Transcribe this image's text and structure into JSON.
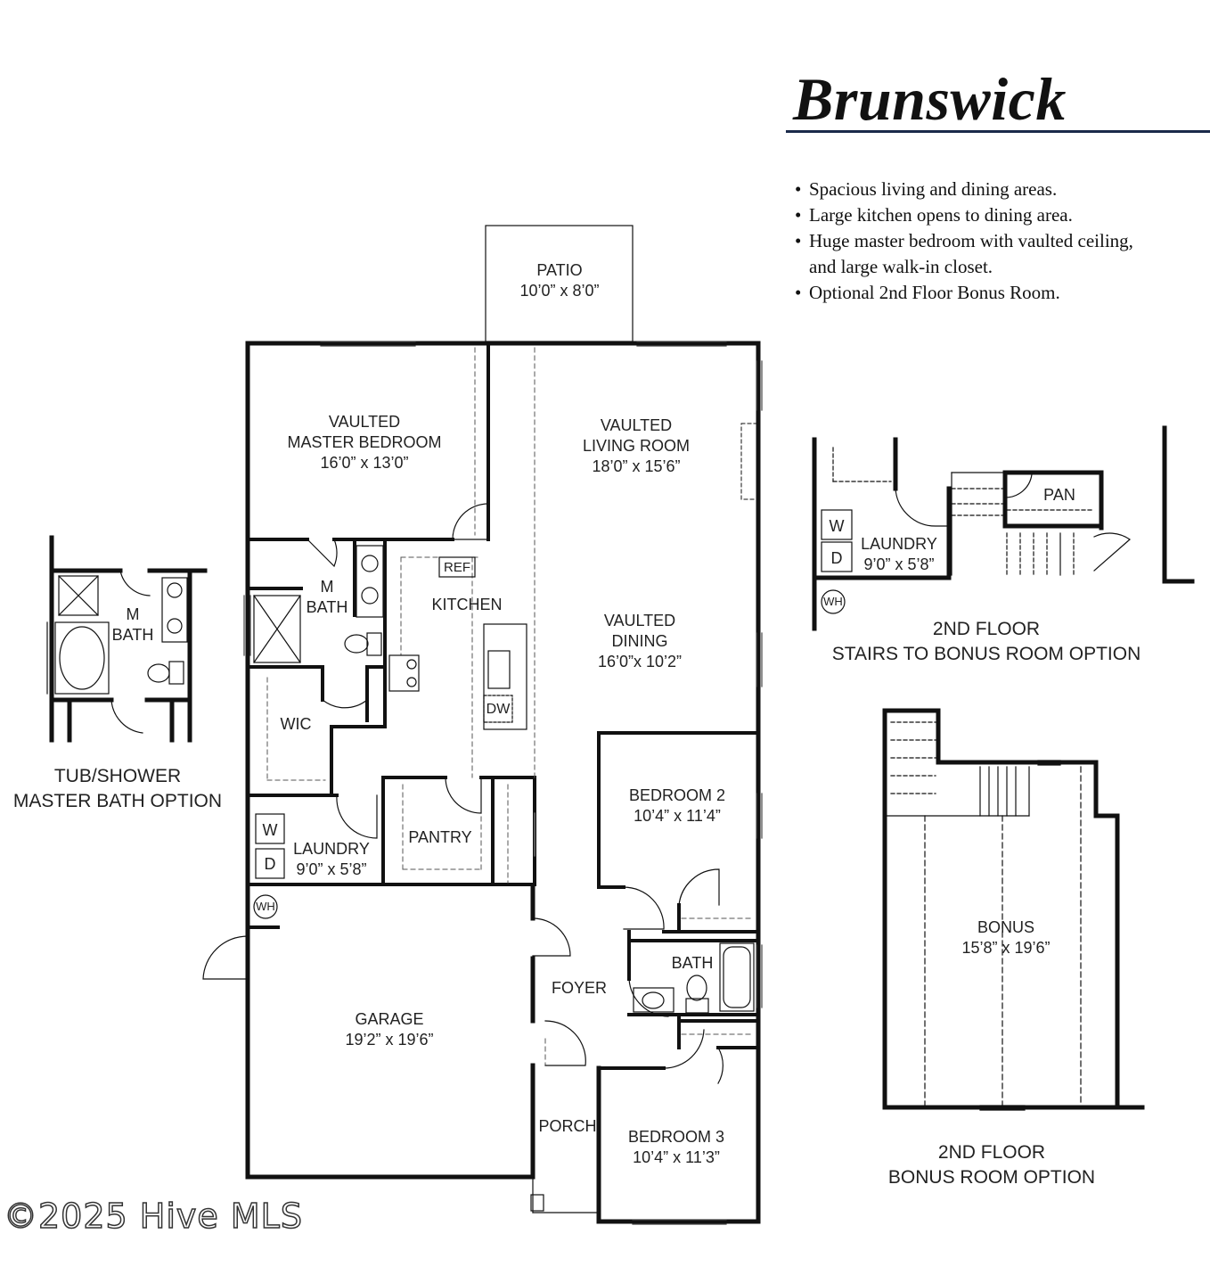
{
  "title": "Brunswick",
  "features": [
    "Spacious living and dining areas.",
    "Large kitchen opens to dining area.",
    "Huge master bedroom with vaulted ceiling,",
    "and large walk-in closet.",
    "Optional 2nd Floor Bonus Room."
  ],
  "rooms": {
    "patio": {
      "name": "PATIO",
      "size": "10’0” x 8’0”"
    },
    "master_bedroom": {
      "line1": "VAULTED",
      "line2": "MASTER BEDROOM",
      "size": "16’0” x 13’0”"
    },
    "living_room": {
      "line1": "VAULTED",
      "line2": "LIVING ROOM",
      "size": "18’0” x 15’6”"
    },
    "master_bath": {
      "line1": "M",
      "line2": "BATH"
    },
    "ref": "REF",
    "kitchen": "KITCHEN",
    "dining": {
      "line1": "VAULTED",
      "line2": "DINING",
      "size": "16’0”x 10’2”"
    },
    "dw": "DW",
    "wic": "WIC",
    "bedroom2": {
      "name": "BEDROOM 2",
      "size": "10’4” x 11’4”"
    },
    "laundry": {
      "name": "LAUNDRY",
      "size": "9’0” x 5’8”",
      "w": "W",
      "d": "D"
    },
    "pantry": "PANTRY",
    "wh": "WH",
    "bath": "BATH",
    "foyer": "FOYER",
    "garage": {
      "name": "GARAGE",
      "size": "19’2” x 19’6”"
    },
    "porch": "PORCH",
    "bedroom3": {
      "name": "BEDROOM 3",
      "size": "10’4” x 11’3”"
    }
  },
  "tub_option": {
    "m": "M",
    "bath": "BATH",
    "caption1": "TUB/SHOWER",
    "caption2": "MASTER BATH OPTION"
  },
  "stairs_option": {
    "pan": "PAN",
    "w": "W",
    "d": "D",
    "laundry": "LAUNDRY",
    "laundry_size": "9’0” x 5’8”",
    "wh": "WH",
    "caption1": "2ND FLOOR",
    "caption2": "STAIRS TO BONUS ROOM OPTION"
  },
  "bonus_option": {
    "name": "BONUS",
    "size": "15’8” x 19’6”",
    "caption1": "2ND FLOOR",
    "caption2": "BONUS ROOM OPTION"
  },
  "watermark": "©2025 Hive MLS",
  "colors": {
    "wall": "#111111",
    "accent_rule": "#1b2a4a"
  }
}
